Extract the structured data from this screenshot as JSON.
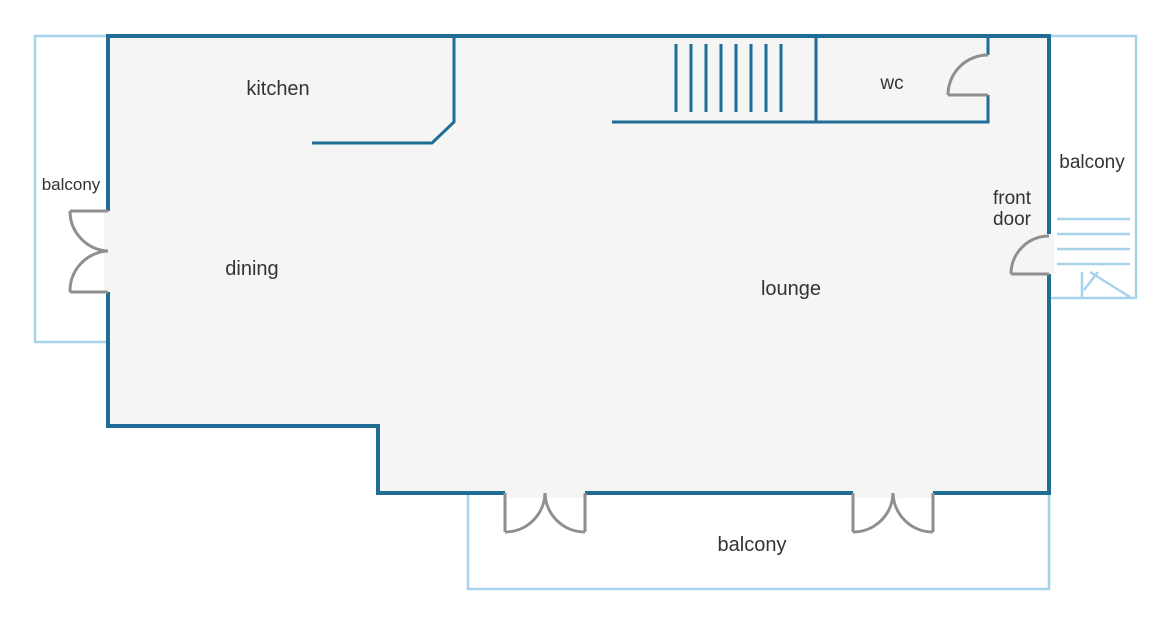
{
  "colors": {
    "background": "#ffffff",
    "floor": "#f5f5f4",
    "wall": "#1f6c97",
    "balcony": "#a7d3ea",
    "door": "#8f8f8f"
  },
  "labels": {
    "kitchen": "kitchen",
    "dining": "dining",
    "lounge": "lounge",
    "wc": "wc",
    "front_door_line1": "front",
    "front_door_line2": "door",
    "balcony_left": "balcony",
    "balcony_right": "balcony",
    "balcony_bottom": "balcony"
  }
}
